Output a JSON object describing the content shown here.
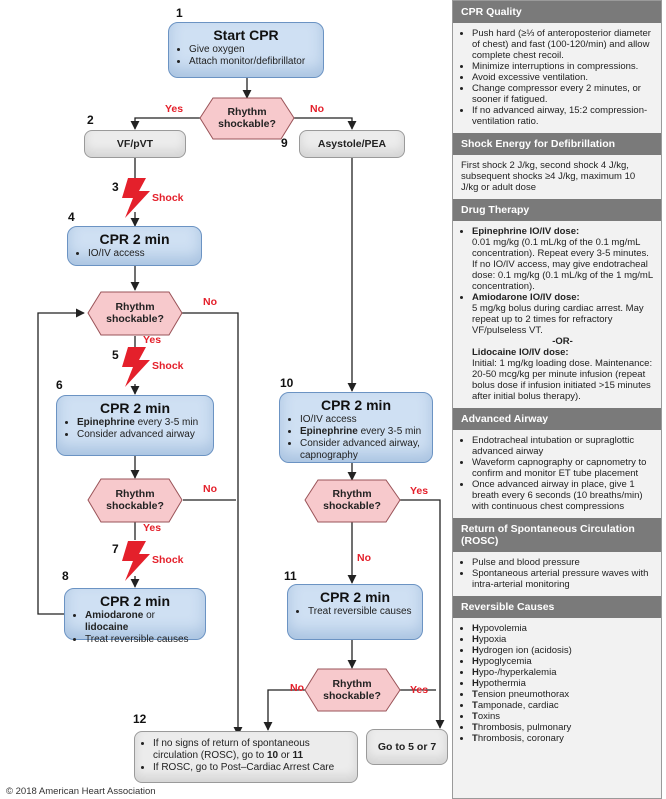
{
  "steps": {
    "s1": {
      "num": "1",
      "title": "Start CPR",
      "items": [
        "Give oxygen",
        "Attach monitor/defibrillator"
      ]
    },
    "s2": {
      "num": "2",
      "label": "VF/pVT"
    },
    "s3": {
      "num": "3",
      "shock": "Shock"
    },
    "s4": {
      "num": "4",
      "title": "CPR 2 min",
      "items": [
        "IO/IV access"
      ]
    },
    "s5": {
      "num": "5",
      "shock": "Shock"
    },
    "s6": {
      "num": "6",
      "title": "CPR 2 min",
      "item1_bold": "Epinephrine",
      "item1_rest": " every 3-5 min",
      "item2": "Consider advanced airway"
    },
    "s7": {
      "num": "7",
      "shock": "Shock"
    },
    "s8": {
      "num": "8",
      "title": "CPR 2 min",
      "item1_bold1": "Amiodarone",
      "item1_mid": " or ",
      "item1_bold2": "lidocaine",
      "item2": "Treat reversible causes"
    },
    "s9": {
      "num": "9",
      "label": "Asystole/PEA"
    },
    "s10": {
      "num": "10",
      "title": "CPR 2 min",
      "item1": "IO/IV access",
      "item2_bold": "Epinephrine",
      "item2_rest": " every 3-5 min",
      "item3": "Consider advanced airway, capnography"
    },
    "s11": {
      "num": "11",
      "title": "CPR 2 min",
      "items": [
        "Treat reversible causes"
      ]
    },
    "s12": {
      "num": "12",
      "l1_pre": "If no signs of return of spontaneous circulation (ROSC), go to ",
      "l1_b1": "10",
      "l1_mid": " or ",
      "l1_b2": "11",
      "l2": "If ROSC, go to Post–Cardiac Arrest Care"
    },
    "goto": "Go to 5 or 7"
  },
  "decision": {
    "line1": "Rhythm",
    "line2": "shockable?"
  },
  "yes": "Yes",
  "no": "No",
  "copyright": "© 2018 American Heart Association",
  "sidebar": {
    "cpr_quality": {
      "header": "CPR Quality",
      "items": [
        "Push hard (≥⅓ of anteroposterior diameter of chest) and fast (100-120/min) and allow complete chest recoil.",
        "Minimize interruptions in compressions.",
        "Avoid excessive ventilation.",
        "Change compressor every 2 minutes, or sooner if fatigued.",
        "If no advanced airway, 15:2 compression-ventilation ratio."
      ]
    },
    "shock_energy": {
      "header": "Shock Energy for Defibrillation",
      "text": "First shock 2 J/kg, second shock 4 J/kg, subsequent shocks ≥4 J/kg, maximum 10 J/kg or adult dose"
    },
    "drug_therapy": {
      "header": "Drug Therapy",
      "epi_title": "Epinephrine IO/IV dose:",
      "epi_text": "0.01 mg/kg (0.1 mL/kg of the 0.1 mg/mL concentration). Repeat every 3-5 minutes. If no IO/IV access, may give endotracheal dose: 0.1 mg/kg (0.1 mL/kg of the 1 mg/mL concentration).",
      "amio_title": "Amiodarone IO/IV dose:",
      "amio_text": "5 mg/kg bolus during cardiac arrest. May repeat up to 2 times for refractory VF/pulseless VT.",
      "or": "-OR-",
      "lido_title": "Lidocaine IO/IV dose:",
      "lido_text": "Initial: 1 mg/kg loading dose. Maintenance: 20-50 mcg/kg per minute infusion (repeat bolus dose if infusion initiated >15 minutes after initial bolus therapy)."
    },
    "advanced_airway": {
      "header": "Advanced Airway",
      "items": [
        "Endotracheal intubation or supraglottic advanced airway",
        "Waveform capnography or capnometry to confirm and monitor ET tube placement",
        "Once advanced airway in place, give 1 breath every 6 seconds (10 breaths/min) with continuous chest compressions"
      ]
    },
    "rosc": {
      "header": "Return of Spontaneous Circulation (ROSC)",
      "items": [
        "Pulse and blood pressure",
        "Spontaneous arterial pressure waves with intra-arterial monitoring"
      ]
    },
    "reversible": {
      "header": "Reversible Causes",
      "items": [
        {
          "b": "H",
          "r": "ypovolemia"
        },
        {
          "b": "H",
          "r": "ypoxia"
        },
        {
          "b": "H",
          "r": "ydrogen ion (acidosis)"
        },
        {
          "b": "H",
          "r": "ypoglycemia"
        },
        {
          "b": "H",
          "r": "ypo-/hyperkalemia"
        },
        {
          "b": "H",
          "r": "ypothermia"
        },
        {
          "b": "T",
          "r": "ension pneumothorax"
        },
        {
          "b": "T",
          "r": "amponade, cardiac"
        },
        {
          "b": "T",
          "r": "oxins"
        },
        {
          "b": "T",
          "r": "hrombosis, pulmonary"
        },
        {
          "b": "T",
          "r": "hrombosis, coronary"
        }
      ]
    }
  },
  "colors": {
    "red": "#e4202b",
    "blue_fill": "#cfe0f3",
    "pink_fill": "#f7c9cc",
    "header_grey": "#7a7a7a"
  }
}
